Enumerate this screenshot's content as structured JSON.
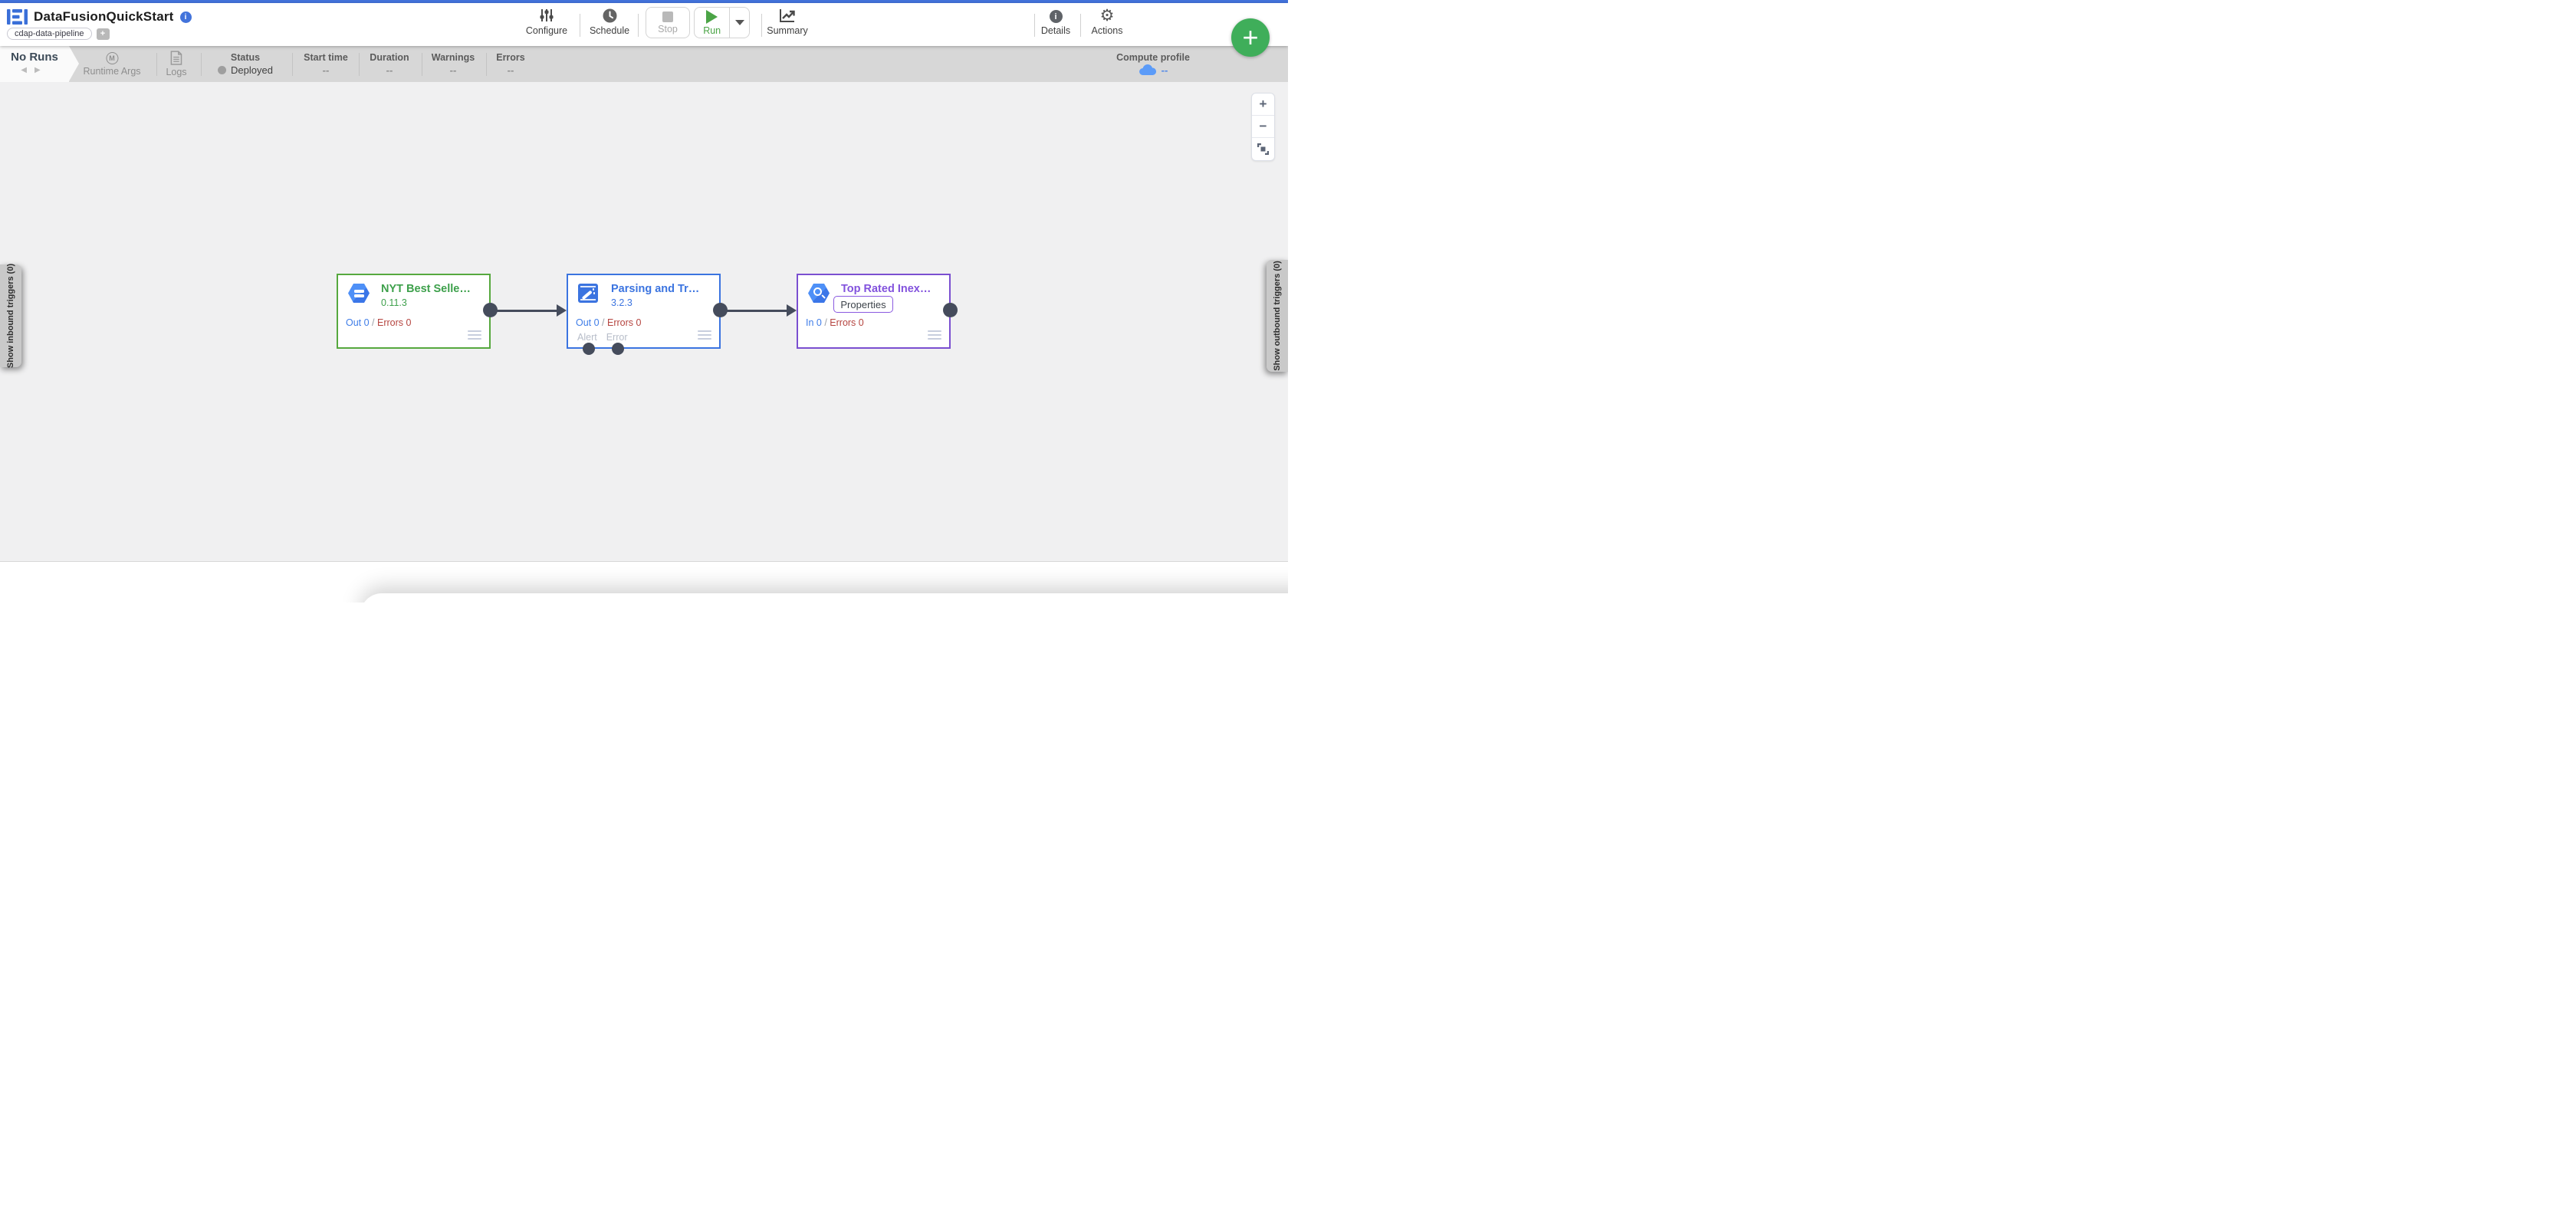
{
  "header": {
    "title": "DataFusionQuickStart",
    "tag": "cdap-data-pipeline",
    "tag_add": "+",
    "fab": "+",
    "toolbar": {
      "configure": "Configure",
      "schedule": "Schedule",
      "stop": "Stop",
      "run": "Run",
      "summary": "Summary",
      "details": "Details",
      "actions": "Actions"
    }
  },
  "runbar": {
    "no_runs": "No Runs",
    "prev": "◀",
    "next": "▶",
    "runtime_args": "Runtime Args",
    "runtime_args_icon": "M",
    "logs": "Logs",
    "status_label": "Status",
    "status_value": "Deployed",
    "columns": [
      {
        "label": "Start time",
        "value": "--"
      },
      {
        "label": "Duration",
        "value": "--"
      },
      {
        "label": "Warnings",
        "value": "--"
      },
      {
        "label": "Errors",
        "value": "--"
      }
    ],
    "compute_profile_label": "Compute profile",
    "compute_profile_value": "--"
  },
  "canvas": {
    "nodes": [
      {
        "title": "NYT Best Selle…",
        "version": "0.11.3",
        "metric_left": "Out 0",
        "metric_sep": " / ",
        "metric_right": "Errors 0",
        "border_color": "#56a83e",
        "title_color": "#3da04b"
      },
      {
        "title": "Parsing and Tr…",
        "version": "3.2.3",
        "metric_left": "Out 0",
        "metric_sep": " / ",
        "metric_right": "Errors 0",
        "alert_port": "Alert",
        "error_port": "Error",
        "border_color": "#3b74e0",
        "title_color": "#3b74e0"
      },
      {
        "title": "Top Rated Inex…",
        "properties_label": "Properties",
        "metric_left": "In 0",
        "metric_sep": " / ",
        "metric_right": "Errors 0",
        "border_color": "#7a4fd0",
        "title_color": "#8252dd"
      }
    ],
    "zoom_in": "+",
    "zoom_out": "−",
    "left_tab": "Show inbound triggers (0)",
    "right_tab": "Show outbound triggers (0)"
  },
  "colors": {
    "top_strip": "#4272db",
    "runbar_bg": "#d7d7d7",
    "canvas_bg": "#f0f0f1",
    "fab_green": "#3fae5a",
    "run_green": "#4ba446",
    "edge_slate": "#454c5c",
    "metric_blue": "#3f7de8",
    "metric_red": "#b5443f",
    "compute_profile_blue": "#4f87e8"
  }
}
